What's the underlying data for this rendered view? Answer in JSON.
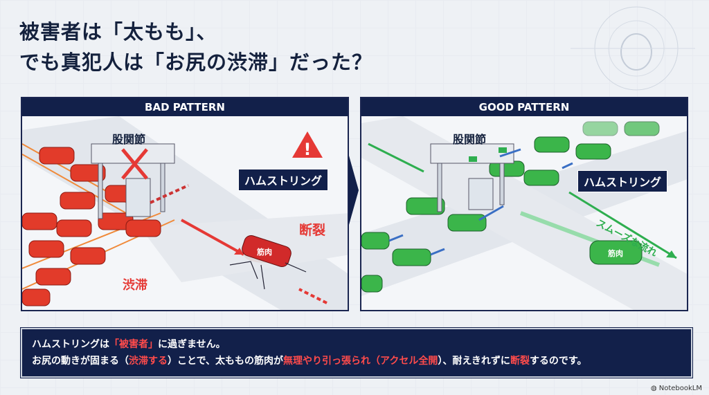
{
  "title": {
    "line1": "被害者は「太もも」、",
    "line2": "でも真犯人は「お尻の渋滞」だった？"
  },
  "bad_panel": {
    "header": "BAD PATTERN",
    "gate_label": "股関節",
    "tag": "ハムストリング",
    "jam_label": "渋滞",
    "rupture_label": "断裂",
    "car_label": "筋肉",
    "accent": "#e53935"
  },
  "good_panel": {
    "header": "GOOD PATTERN",
    "gate_label": "股関節",
    "tag": "ハムストリング",
    "flow_label": "スムーズな流れ",
    "car_label": "筋肉",
    "accent": "#2eae4f"
  },
  "caption": {
    "l1a": "ハムストリングは",
    "l1b": "「被害者」",
    "l1c": "に過ぎません。",
    "l2a": "お尻の動きが固まる（",
    "l2b": "渋滞する",
    "l2c": "）ことで、太ももの筋肉が",
    "l2d": "無理やり引っ張られ（アクセル全開",
    "l2e": "）、耐えきれずに",
    "l2f": "断裂",
    "l2g": "するのです。"
  },
  "footer": "NotebookLM"
}
